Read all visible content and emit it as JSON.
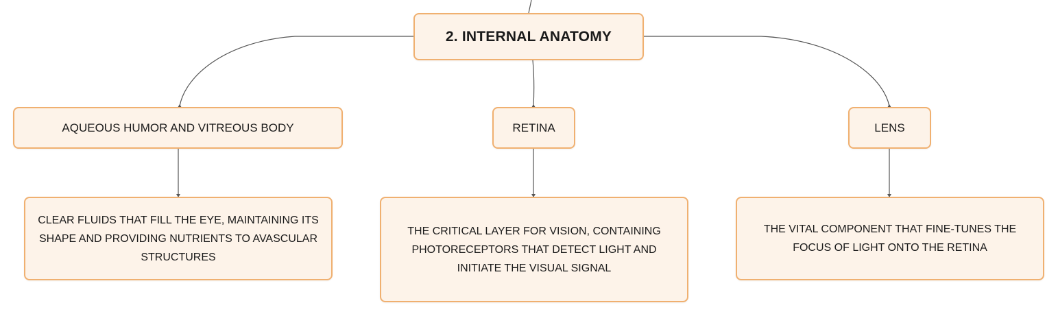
{
  "root": {
    "label": "2. INTERNAL ANATOMY"
  },
  "branches": [
    {
      "label": "AQUEOUS HUMOR AND VITREOUS BODY",
      "description": "CLEAR FLUIDS THAT FILL THE EYE, MAINTAINING ITS SHAPE AND PROVIDING NUTRIENTS TO AVASCULAR STRUCTURES"
    },
    {
      "label": "RETINA",
      "description": "THE CRITICAL LAYER FOR VISION, CONTAINING PHOTORECEPTORS THAT DETECT LIGHT AND INITIATE THE VISUAL SIGNAL"
    },
    {
      "label": "LENS",
      "description": "THE VITAL COMPONENT THAT FINE-TUNES THE FOCUS OF LIGHT ONTO THE RETINA"
    }
  ],
  "colors": {
    "node_fill": "#fdf3e9",
    "node_border": "#f0b070",
    "connector": "#555555",
    "text": "#1a1a1a"
  }
}
